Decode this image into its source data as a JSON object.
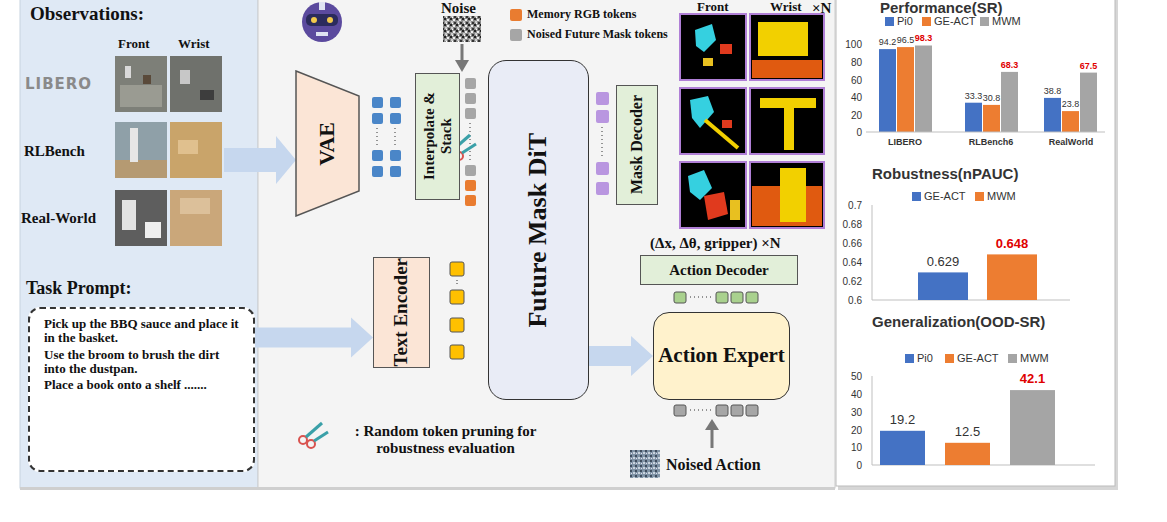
{
  "diagram": {
    "nodes": [
      {
        "text": [
          "VAE"
        ]
      },
      {
        "text": [
          "Interpolate & Stack"
        ]
      },
      {
        "text": [
          "Future Mask DiT"
        ]
      },
      {
        "text": [
          "Mask Decoder"
        ]
      },
      {
        "text": [
          "Action Decoder"
        ]
      },
      {
        "text": [
          "Action Expert"
        ]
      },
      {
        "text": [
          "Text Encoder"
        ]
      },
      {
        "text": [
          "Task Prompt:",
          "Pick up the BBQ sauce and place it in the basket.",
          "Use the broom to brush the dirt into the dustpan.",
          "Place a book onto a shelf ......."
        ]
      }
    ],
    "edges": [
      {
        "from": 7,
        "to": 6,
        "arrow": "to"
      },
      {
        "from": 2,
        "to": 5,
        "arrow": "to"
      }
    ],
    "labels": [
      "Observations:",
      "Front",
      "Wrist",
      "LIBERO",
      "RLBench",
      "Real-World",
      "Noise",
      "Front",
      "Wrist",
      "×N",
      "(Δx, Δθ, gripper) ×N",
      "Noised Action",
      ": Random token pruning for robustness evaluation",
      "Performance(SR)",
      "100",
      "80",
      "60",
      "40",
      "20",
      "0",
      "94.2",
      "96.5",
      "98.3",
      "33.3",
      "30.8",
      "68.3",
      "38.8",
      "23.8",
      "67.5",
      "LIBERO",
      "RLBench6",
      "RealWorld",
      "Robustness(nPAUC)",
      "0.7",
      "0.68",
      "0.66",
      "0.64",
      "0.62",
      "0.6",
      "0.629",
      "0.648",
      "Generalization(OOD-SR)",
      "50",
      "40",
      "30",
      "20",
      "10",
      "0",
      "19.2",
      "12.5",
      "42.1"
    ],
    "legend": [
      {
        "text": "Memory RGB tokens",
        "color": "#e97c30"
      },
      {
        "text": "Noised Future Mask tokens",
        "color": "#a6a6a6"
      },
      {
        "text": "Pi0",
        "color": "#4472c4"
      },
      {
        "text": "GE-ACT",
        "color": "#ed7d31"
      },
      {
        "text": "MWM",
        "color": "#a5a5a5"
      },
      {
        "text": "GE-ACT",
        "color": "#4472c4"
      },
      {
        "text": "MWM",
        "color": "#ed7d31"
      },
      {
        "text": "Pi0",
        "color": "#4472c4"
      },
      {
        "text": "GE-ACT",
        "color": "#ed7d31"
      },
      {
        "text": "MWM",
        "color": "#a5a5a5"
      }
    ]
  }
}
